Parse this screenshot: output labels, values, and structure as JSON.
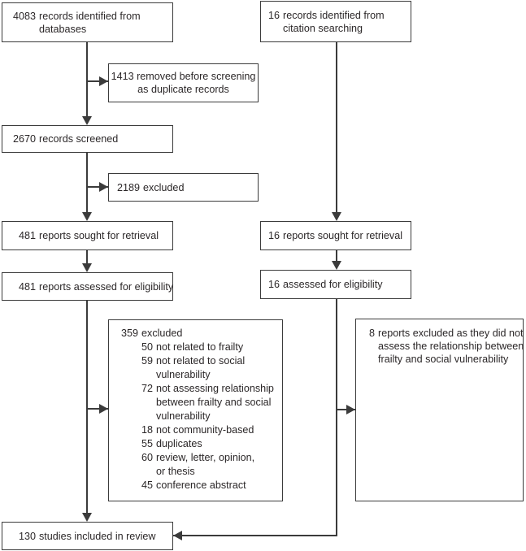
{
  "flowchart": {
    "colors": {
      "line": "#3b3b3b",
      "text": "#2b2728",
      "background": "#ffffff"
    },
    "boxes": {
      "db_records": {
        "num": "4083",
        "lines": [
          "records identified from",
          "databases"
        ]
      },
      "citation_records": {
        "num": "16",
        "lines": [
          "records identified from",
          "citation searching"
        ]
      },
      "duplicates_removed": {
        "lines": [
          "1413 removed before screening",
          "as duplicate records"
        ]
      },
      "records_screened": {
        "num": "2670",
        "lines": [
          "records screened"
        ]
      },
      "screening_excluded": {
        "num": "2189",
        "lines": [
          "excluded"
        ]
      },
      "sought_left": {
        "num": "481",
        "lines": [
          "reports sought for retrieval"
        ]
      },
      "sought_right": {
        "num": "16",
        "lines": [
          "reports sought for retrieval"
        ]
      },
      "assessed_left": {
        "num": "481",
        "lines": [
          "reports assessed for eligibility"
        ]
      },
      "assessed_right": {
        "num": "16",
        "lines": [
          "assessed for eligibility"
        ]
      },
      "eligibility_excluded": {
        "num": "359",
        "label": "excluded",
        "items": [
          {
            "num": "50",
            "lines": [
              "not related to frailty"
            ]
          },
          {
            "num": "59",
            "lines": [
              "not related to social",
              "vulnerability"
            ]
          },
          {
            "num": "72",
            "lines": [
              "not assessing relationship",
              "between frailty and social",
              "vulnerability"
            ]
          },
          {
            "num": "18",
            "lines": [
              "not community-based"
            ]
          },
          {
            "num": "55",
            "lines": [
              "duplicates"
            ]
          },
          {
            "num": "60",
            "lines": [
              "review, letter, opinion,",
              "or thesis"
            ]
          },
          {
            "num": "45",
            "lines": [
              "conference abstract"
            ]
          }
        ]
      },
      "citation_excluded": {
        "num": "8",
        "lines": [
          "reports excluded as they did not",
          "assess the relationship between",
          "frailty and social vulnerability"
        ]
      },
      "included": {
        "num": "130",
        "lines": [
          "studies included in review"
        ]
      }
    }
  }
}
